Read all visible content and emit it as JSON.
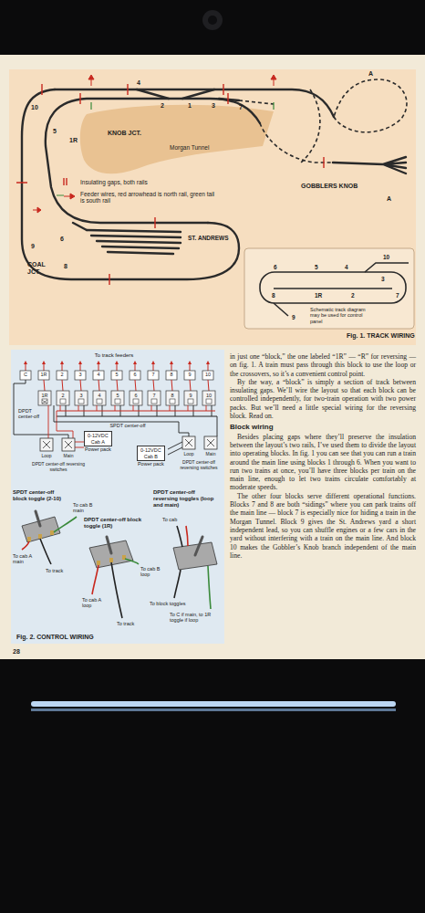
{
  "diagram": {
    "caption": "Fig. 1. TRACK WIRING",
    "nodes": [
      {
        "text": [
          "0-12VDC",
          "Cab A",
          "Power pack"
        ]
      },
      {
        "text": [
          "0-12VDC",
          "Cab B",
          "Power pack"
        ]
      }
    ],
    "labels": [
      "10",
      "5",
      "1R",
      "4",
      "2",
      "1",
      "3",
      "7",
      "A",
      "A",
      "KNOB JCT.",
      "Morgan Tunnel",
      "9",
      "6",
      "8",
      "COAL JCT.",
      "ST. ANDREWS",
      "GOBBLERS KNOB",
      "10",
      "6",
      "5",
      "4",
      "3",
      "8",
      "1R",
      "2",
      "7",
      "9",
      "Schematic track diagram may be used for control panel",
      "To track feeders",
      "C",
      "1R",
      "2",
      "3",
      "4",
      "5",
      "6",
      "7",
      "8",
      "9",
      "10",
      "1R",
      "2",
      "3",
      "4",
      "5",
      "6",
      "7",
      "8",
      "9",
      "10",
      "DPDT center-off",
      "SPDT center-off",
      "Loop",
      "Main",
      "DPDT center-off reversing switches",
      "Loop",
      "Main",
      "DPDT center-off reversing switches",
      "SPDT center-off block toggle (2-10)",
      "To cab B main",
      "To cab A main",
      "To track",
      "DPDT center-off block toggle (1R)",
      "To cab B loop",
      "To cab A loop",
      "To track",
      "DPDT center-off reversing toggles (loop and main)",
      "To cab",
      "To block toggles",
      "To C if main, to 1R toggle if loop",
      "Fig. 2. CONTROL WIRING",
      "28",
      "in just one “block,” the one labeled “1R” — “R” for reversing — on fig. 1. A train must pass through this block to use the loop or the crossovers, so it’s a convenient control point.",
      "By the way, a “block” is simply a section of track between insulating gaps. We’ll wire the layout so that each block can be controlled independently, for two-train operation with two power packs. But we’ll need a little special wiring for the reversing block. Read on.",
      "Block wiring",
      "Besides placing gaps where they’ll preserve the insulation between the layout’s two rails, I’ve used them to divide the layout into operating blocks. In fig. 1 you can see that you can run a train around the main line using blocks 1 through 6. When you want to run two trains at once, you’ll have three blocks per train on the main line, enough to let two trains circulate comfortably at moderate speeds.",
      "The other four blocks serve different operational functions. Blocks 7 and 8 are both “sidings” where you can park trains off the main line — block 7 is especially nice for hiding a train in the Morgan Tunnel. Block 9 gives the St. Andrews yard a short independent lead, so you can shuffle engines or a few cars in the yard without interfering with a train on the main line. And block 10 makes the Gobbler’s Knob branch independent of the main line."
    ],
    "legend": [
      {
        "text": "Insulating gaps, both rails"
      },
      {
        "text": "Feeder wires, red arrowhead is north rail, green tail is south rail"
      }
    ]
  }
}
